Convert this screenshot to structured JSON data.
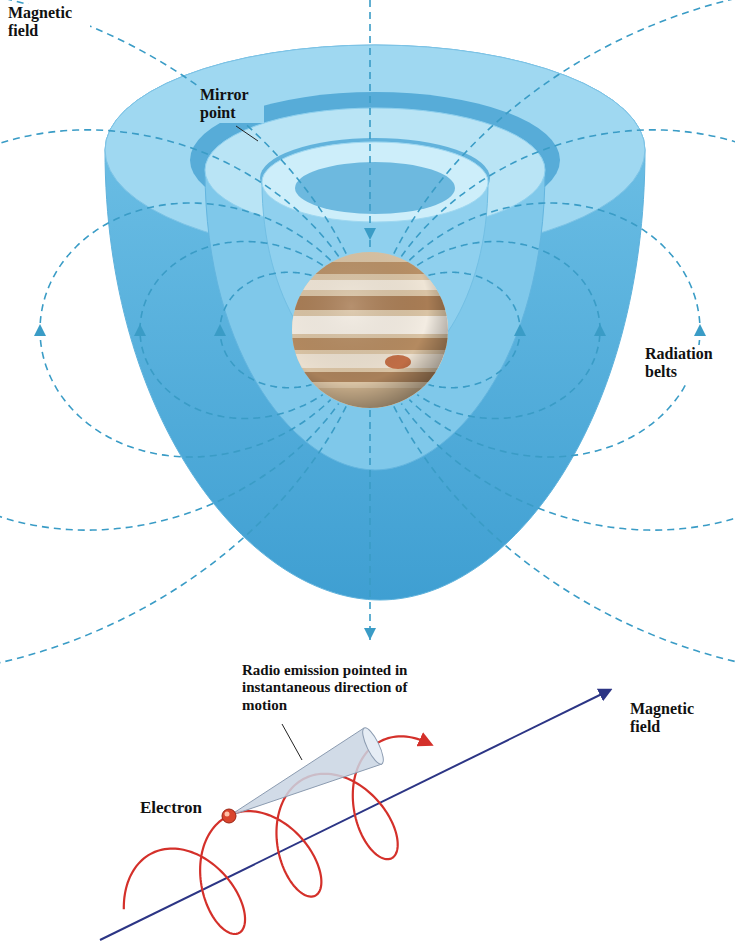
{
  "diagram": {
    "labels": [
      "Magnetic field",
      "Mirror point",
      "Radiation belts",
      "Radio emission pointed in instantaneous direction of motion",
      "Electron",
      "Magnetic field"
    ]
  }
}
